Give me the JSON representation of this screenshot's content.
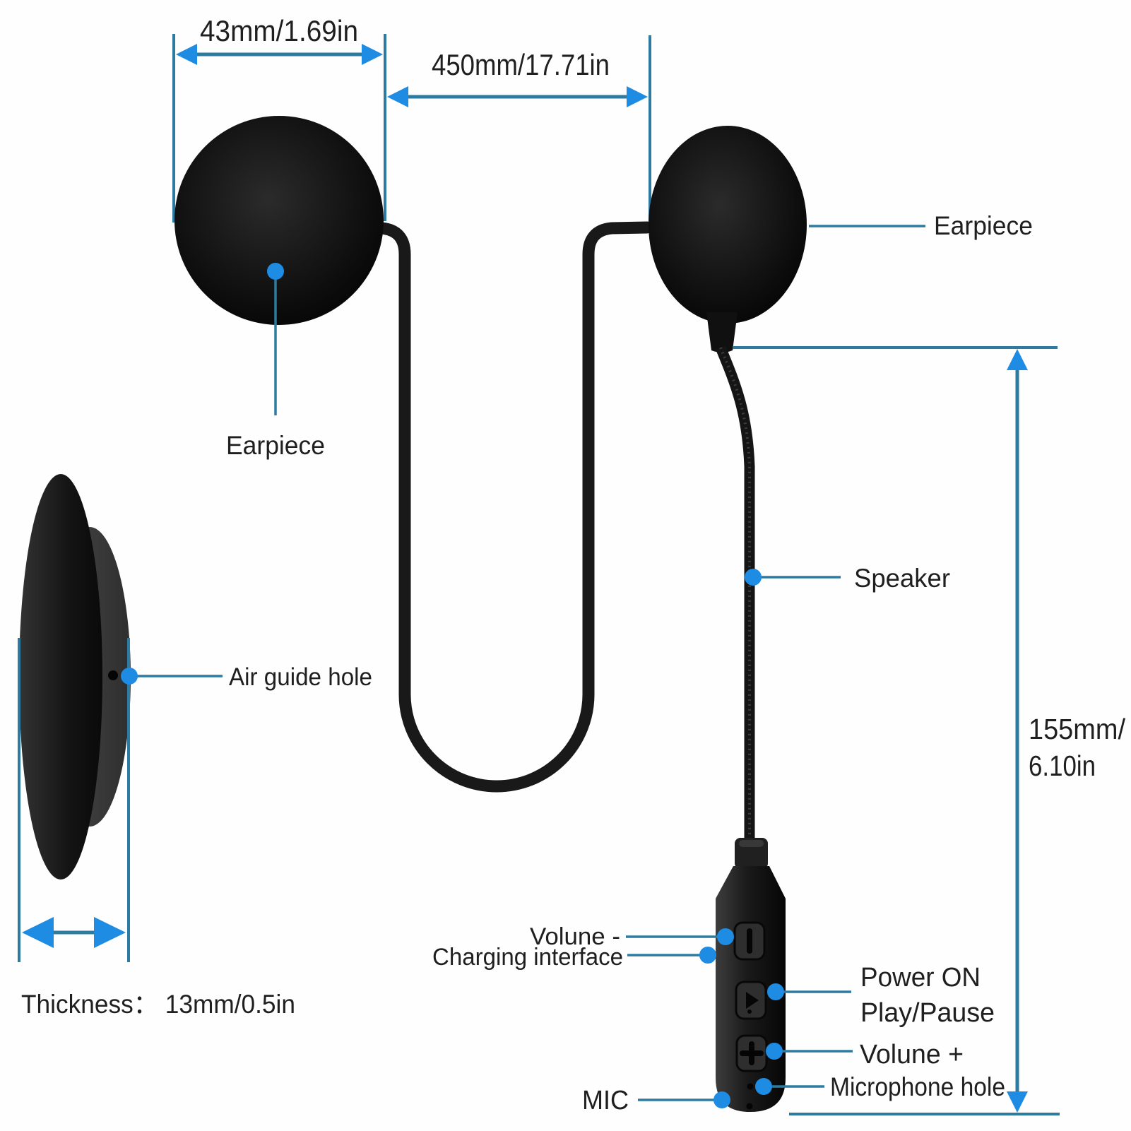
{
  "diagram_subject": "helmet-headset-product-dimensions",
  "colors": {
    "accent_blue": "#1e8ce2",
    "line_teal": "#2d7ba1",
    "device_black": "#111111",
    "text": "#1f1f1f",
    "background": "#ffffff"
  },
  "dimensions": {
    "earpiece_diameter": "43mm/1.69in",
    "cable_length": "450mm/17.71in",
    "boom_height_line1": "155mm/",
    "boom_height_line2": "6.10in",
    "thickness": "Thickness：  13mm/0.5in"
  },
  "labels": {
    "earpiece_left": "Earpiece",
    "earpiece_right": "Earpiece",
    "air_guide_hole": "Air guide hole",
    "speaker": "Speaker",
    "volume_minus": "Volune -",
    "charging_interface": "Charging interface",
    "power_on": "Power ON",
    "play_pause": "Play/Pause",
    "volume_plus": "Volune +",
    "microphone_hole": "Microphone hole",
    "mic": "MIC"
  },
  "icons": {
    "volume_minus_button": "minus-bar-icon",
    "play_pause_button": "play-triangle-icon",
    "volume_plus_button": "plus-icon"
  }
}
